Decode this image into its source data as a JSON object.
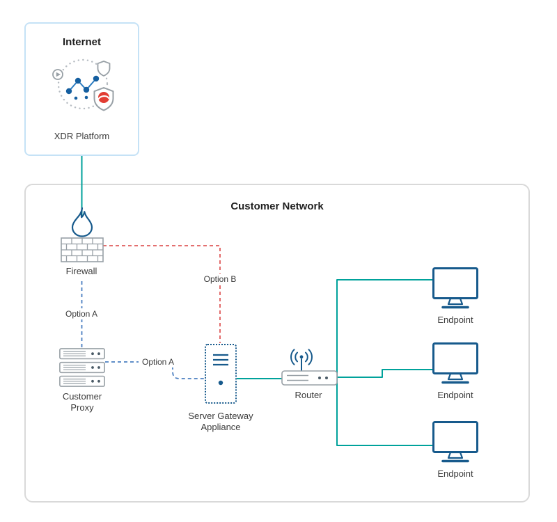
{
  "colors": {
    "teal": "#00a29b",
    "red": "#df5b5b",
    "blue": "#4a7ec0",
    "dark_blue": "#175a8c",
    "gray": "#98a0a6",
    "slate": "#4a5a66",
    "node_blue": "#155fa0",
    "node_blue_light": "#2f7ec2",
    "trend_red": "#e23d33",
    "internet_border": "#c5e2f6",
    "network_border": "#d9d9d9",
    "title_text": "#1f1f1f",
    "label_text": "#3a3a3a"
  },
  "internet_zone": {
    "title": "Internet",
    "platform_label": "XDR Platform"
  },
  "customer_network_zone": {
    "title": "Customer Network"
  },
  "nodes": {
    "firewall": {
      "label": "Firewall"
    },
    "customer_proxy": {
      "label_line1": "Customer",
      "label_line2": "Proxy"
    },
    "server_gateway": {
      "label_line1": "Server Gateway",
      "label_line2": "Appliance"
    },
    "router": {
      "label": "Router"
    },
    "endpoint_labels": [
      "Endpoint",
      "Endpoint",
      "Endpoint"
    ]
  },
  "edges": {
    "firewall_to_proxy_label": "Option A",
    "proxy_to_gateway_label": "Option A",
    "firewall_to_gateway_label": "Option B"
  },
  "icons": {
    "xdr_platform": "xdr-platform-icon",
    "firewall": "firewall-flame-icon",
    "customer_proxy": "server-rack-icon",
    "server_gateway": "server-tower-icon",
    "router": "wireless-router-icon",
    "endpoint": "monitor-icon"
  }
}
